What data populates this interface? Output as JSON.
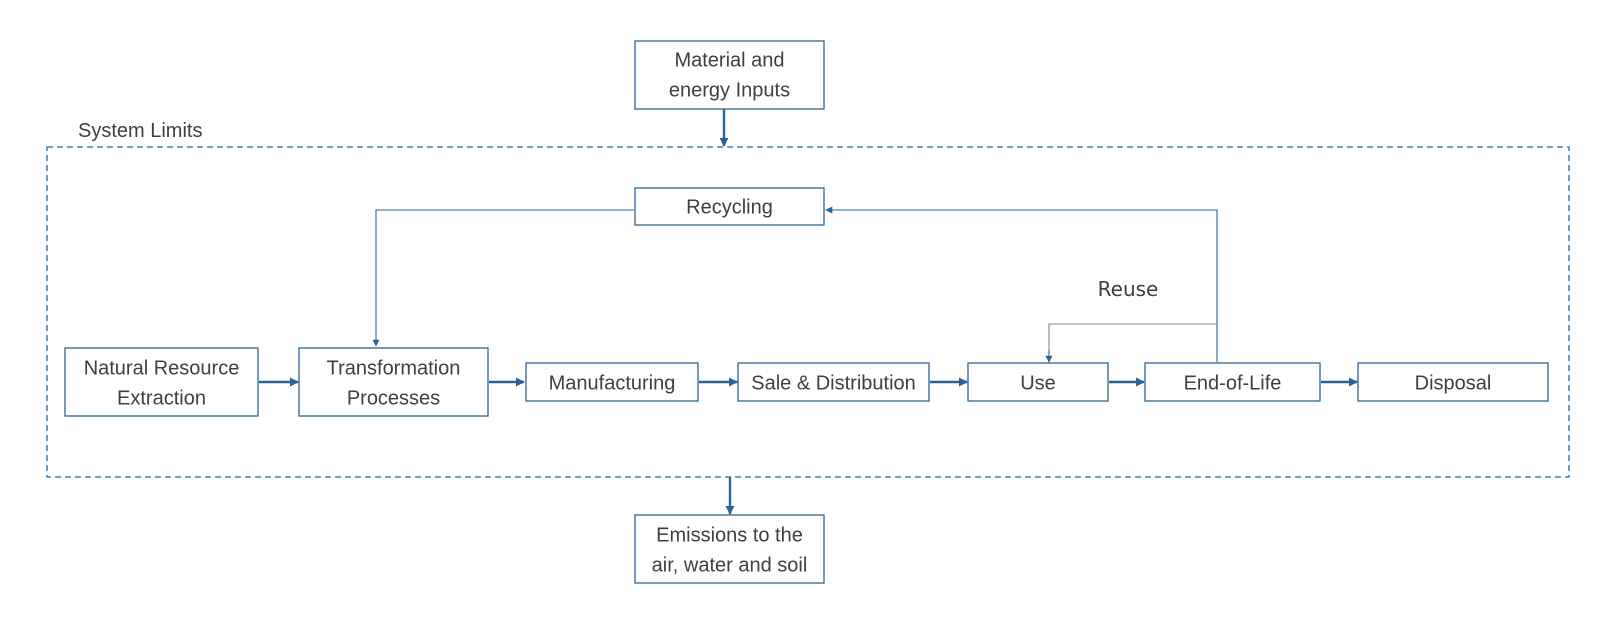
{
  "colors": {
    "stroke": "#2b6494",
    "text": "#3f3f3f",
    "reuse_line": "#8a8a8a"
  },
  "system_limits_label": "System Limits",
  "reuse_label": "Reuse",
  "nodes": {
    "inputs": [
      "Material and",
      "energy Inputs"
    ],
    "recycling": [
      "Recycling"
    ],
    "extraction": [
      "Natural Resource",
      "Extraction"
    ],
    "transformation": [
      "Transformation",
      "Processes"
    ],
    "manufacturing": [
      "Manufacturing"
    ],
    "sale": [
      "Sale & Distribution"
    ],
    "use": [
      "Use"
    ],
    "end_of_life": [
      "End-of-Life"
    ],
    "disposal": [
      "Disposal"
    ],
    "emissions": [
      "Emissions to the",
      "air, water and soil"
    ]
  }
}
